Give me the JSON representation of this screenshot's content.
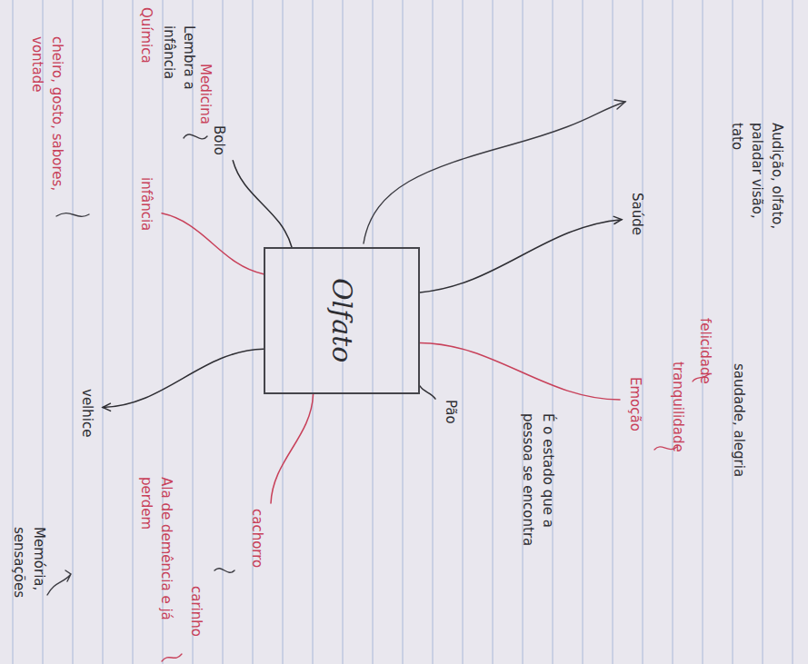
{
  "diagram": {
    "nodes": [
      {
        "text": [
          "Olfato"
        ]
      },
      {
        "text": [
          "Saúde"
        ]
      },
      {
        "text": [
          "Emoção"
        ]
      },
      {
        "text": [
          "Pão"
        ]
      },
      {
        "text": [
          "cachorro"
        ]
      },
      {
        "text": [
          "velhice"
        ]
      },
      {
        "text": [
          "infância"
        ]
      },
      {
        "text": [
          "Bolo"
        ]
      }
    ],
    "edges": [
      {
        "from": 0,
        "to": 1,
        "arrow": "to"
      },
      {
        "from": 0,
        "to": 2,
        "arrow": "none"
      },
      {
        "from": 0,
        "to": 3,
        "arrow": "none"
      },
      {
        "from": 0,
        "to": 4,
        "arrow": "none"
      },
      {
        "from": 0,
        "to": 5,
        "arrow": "to"
      },
      {
        "from": 0,
        "to": 6,
        "arrow": "none"
      },
      {
        "from": 0,
        "to": 7,
        "arrow": "none"
      }
    ],
    "labels": [
      "Audição, olfato, paladar visão, tato",
      "saudade, alegria",
      "felicidade",
      "tranquilidade",
      "É o estado que a pessoa se encontra",
      "Memória, sensações",
      "Ala de demência e já perdem",
      "carinho",
      "cheiro, gosto, sabores, vontade",
      "Lembra a infância",
      "Medicina",
      "Química"
    ]
  }
}
